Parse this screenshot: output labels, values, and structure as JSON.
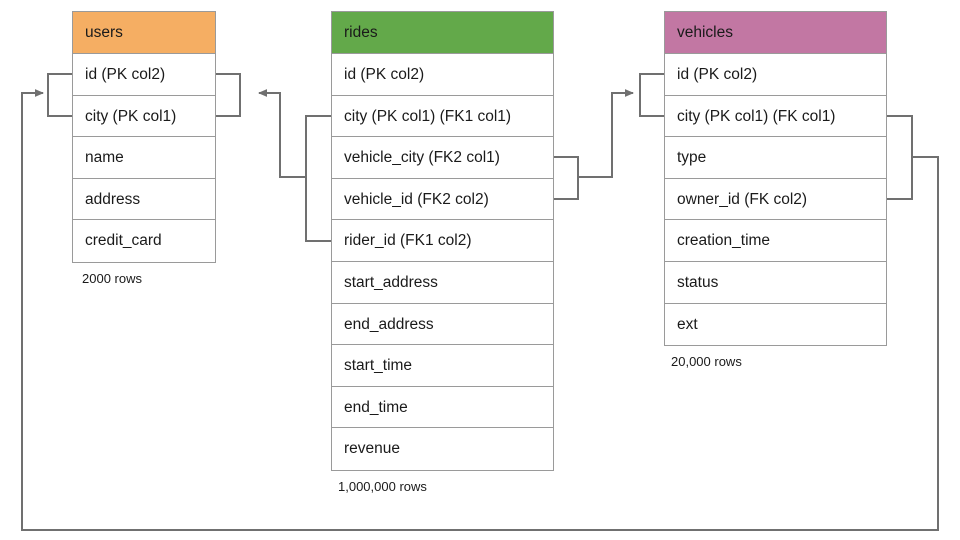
{
  "diagram": {
    "title": "database-schema-er-diagram",
    "line_color": "#707070",
    "border_color": "#9a9a9a"
  },
  "tables": [
    {
      "id": "users",
      "name": "users",
      "header_color": "#F5AE63",
      "row_count_label": "2000 rows",
      "columns": [
        "id (PK col2)",
        "city (PK col1)",
        "name",
        "address",
        "credit_card"
      ]
    },
    {
      "id": "rides",
      "name": "rides",
      "header_color": "#63A94A",
      "row_count_label": "1,000,000 rows",
      "columns": [
        "id (PK col2)",
        "city (PK col1) (FK1 col1)",
        "vehicle_city (FK2 col1)",
        "vehicle_id (FK2 col2)",
        "rider_id (FK1 col2)",
        "start_address",
        "end_address",
        "start_time",
        "end_time",
        "revenue"
      ]
    },
    {
      "id": "vehicles",
      "name": "vehicles",
      "header_color": "#C277A3",
      "row_count_label": "20,000 rows",
      "columns": [
        "id (PK col2)",
        "city (PK col1) (FK col1)",
        "type",
        "owner_id (FK col2)",
        "creation_time",
        "status",
        "ext"
      ]
    }
  ],
  "relationships": [
    {
      "id": "rides-fk1-to-users",
      "from_table": "rides",
      "from_columns": [
        "city (PK col1) (FK1 col1)",
        "rider_id (FK1 col2)"
      ],
      "to_table": "users",
      "to_columns": [
        "id (PK col2)",
        "city (PK col1)"
      ]
    },
    {
      "id": "rides-fk2-to-vehicles",
      "from_table": "rides",
      "from_columns": [
        "vehicle_city (FK2 col1)",
        "vehicle_id (FK2 col2)"
      ],
      "to_table": "vehicles",
      "to_columns": [
        "id (PK col2)",
        "city (PK col1) (FK col1)"
      ]
    },
    {
      "id": "vehicles-fk-to-users",
      "from_table": "vehicles",
      "from_columns": [
        "city (PK col1) (FK col1)",
        "owner_id (FK col2)"
      ],
      "to_table": "users",
      "to_columns": [
        "id (PK col2)",
        "city (PK col1)"
      ]
    }
  ]
}
